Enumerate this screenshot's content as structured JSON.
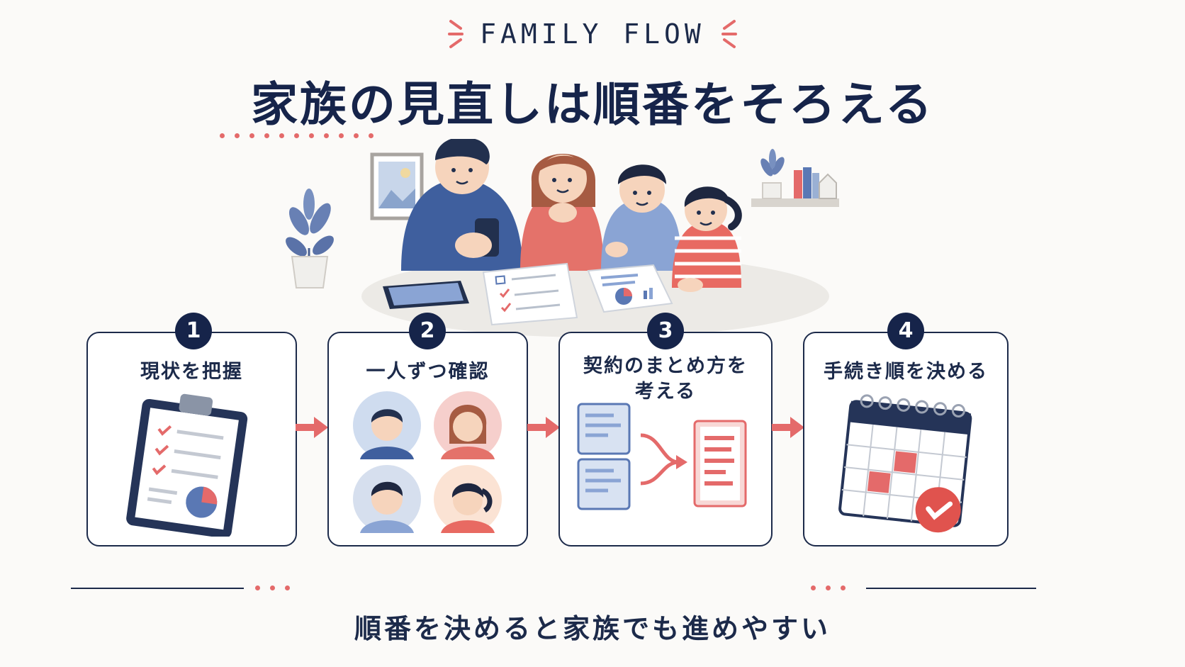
{
  "header": {
    "eyebrow": "FAMILY FLOW",
    "title": "家族の見直しは順番をそろえる"
  },
  "steps": [
    {
      "number": "1",
      "label": "現状を把握"
    },
    {
      "number": "2",
      "label": "一人ずつ確認"
    },
    {
      "number": "3",
      "label_line1": "契約のまとめ方を",
      "label_line2": "考える"
    },
    {
      "number": "4",
      "label": "手続き順を決める"
    }
  ],
  "footer": {
    "text": "順番を決めると家族でも進めやすい"
  },
  "colors": {
    "navy": "#1c2a4a",
    "coral": "#e46a6a",
    "blue": "#5a78b4",
    "background": "#fbfaf8"
  },
  "icons": {
    "hero": "family-at-table-illustration",
    "step1": "clipboard-checklist-icon",
    "step2": "family-portraits-icon",
    "step3": "merge-documents-icon",
    "step4": "calendar-check-icon"
  }
}
